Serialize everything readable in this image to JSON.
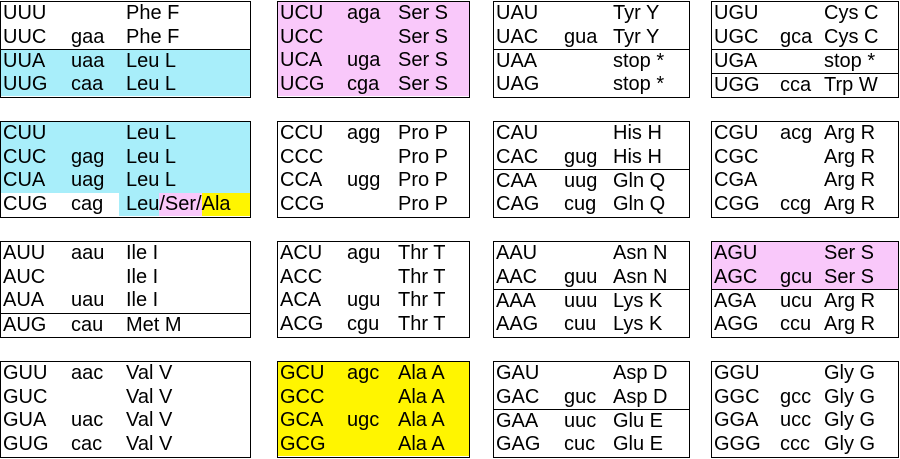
{
  "boxes": [
    {
      "lines": [
        {
          "codon": "UUU",
          "aa": "Phe F"
        },
        {
          "codon": "UUC",
          "anticodon": "gaa",
          "aa": "Phe F"
        },
        {
          "codon": "UUA",
          "anticodon": "uaa",
          "aa": "Leu L",
          "bg": "#a8eefa"
        },
        {
          "codon": "UUG",
          "anticodon": "caa",
          "aa": "Leu L",
          "bg": "#a8eefa"
        }
      ]
    },
    {
      "lines": [
        {
          "codon": "UCU",
          "anticodon": "aga",
          "aa": "Ser S",
          "bg": "#f9c8fa"
        },
        {
          "codon": "UCC",
          "aa": "Ser S",
          "bg": "#f9c8fa"
        },
        {
          "codon": "UCA",
          "anticodon": "uga",
          "aa": "Ser S",
          "bg": "#f9c8fa"
        },
        {
          "codon": "UCG",
          "anticodon": "cga",
          "aa": "Ser S",
          "bg": "#f9c8fa"
        }
      ]
    },
    {
      "lines": [
        {
          "codon": "UAU",
          "aa": "Tyr Y"
        },
        {
          "codon": "UAC",
          "anticodon": "gua",
          "aa": "Tyr Y"
        },
        {
          "codon": "UAA",
          "aa": "stop *"
        },
        {
          "codon": "UAG",
          "aa": "stop *"
        }
      ]
    },
    {
      "lines": [
        {
          "codon": "UGU",
          "aa": "Cys C"
        },
        {
          "codon": "UGC",
          "anticodon": "gca",
          "aa": "Cys C"
        },
        {
          "codon": "UGA",
          "aa": "stop *"
        },
        {
          "codon": "UGG",
          "anticodon": "cca",
          "aa": "Trp W"
        }
      ]
    },
    {
      "lines": [
        {
          "codon": "CUU",
          "aa": "Leu L",
          "bg": "#a8eefa"
        },
        {
          "codon": "CUC",
          "anticodon": "gag",
          "aa": "Leu L",
          "bg": "#a8eefa"
        },
        {
          "codon": "CUA",
          "anticodon": "uag",
          "aa": "Leu L",
          "bg": "#a8eefa"
        },
        {
          "codon": "CUG",
          "anticodon": "cag",
          "aa_parts": [
            {
              "text": "Leu",
              "bg": "#a8eefa"
            },
            {
              "text": "/Ser/",
              "bg": "#f9c8fa"
            },
            {
              "text": "Ala",
              "bg": "#fff500"
            }
          ]
        }
      ]
    },
    {
      "lines": [
        {
          "codon": "CCU",
          "anticodon": "agg",
          "aa": "Pro P"
        },
        {
          "codon": "CCC",
          "aa": "Pro P"
        },
        {
          "codon": "CCA",
          "anticodon": "ugg",
          "aa": "Pro P"
        },
        {
          "codon": "CCG",
          "aa": "Pro P"
        }
      ]
    },
    {
      "lines": [
        {
          "codon": "CAU",
          "aa": "His H"
        },
        {
          "codon": "CAC",
          "anticodon": "gug",
          "aa": "His H"
        },
        {
          "codon": "CAA",
          "anticodon": "uug",
          "aa": "Gln Q"
        },
        {
          "codon": "CAG",
          "anticodon": "cug",
          "aa": "Gln Q"
        }
      ]
    },
    {
      "lines": [
        {
          "codon": "CGU",
          "anticodon": "acg",
          "aa": "Arg R"
        },
        {
          "codon": "CGC",
          "aa": "Arg R"
        },
        {
          "codon": "CGA",
          "aa": "Arg R"
        },
        {
          "codon": "CGG",
          "anticodon": "ccg",
          "aa": "Arg R"
        }
      ]
    },
    {
      "lines": [
        {
          "codon": "AUU",
          "anticodon": "aau",
          "aa": "Ile I"
        },
        {
          "codon": "AUC",
          "aa": "Ile I"
        },
        {
          "codon": "AUA",
          "anticodon": "uau",
          "aa": "Ile I"
        },
        {
          "codon": "AUG",
          "anticodon": "cau",
          "aa": "Met M"
        }
      ]
    },
    {
      "lines": [
        {
          "codon": "ACU",
          "anticodon": "agu",
          "aa": "Thr T"
        },
        {
          "codon": "ACC",
          "aa": "Thr T"
        },
        {
          "codon": "ACA",
          "anticodon": "ugu",
          "aa": "Thr T"
        },
        {
          "codon": "ACG",
          "anticodon": "cgu",
          "aa": "Thr T"
        }
      ]
    },
    {
      "lines": [
        {
          "codon": "AAU",
          "aa": "Asn N"
        },
        {
          "codon": "AAC",
          "anticodon": "guu",
          "aa": "Asn N"
        },
        {
          "codon": "AAA",
          "anticodon": "uuu",
          "aa": "Lys K"
        },
        {
          "codon": "AAG",
          "anticodon": "cuu",
          "aa": "Lys K"
        }
      ]
    },
    {
      "lines": [
        {
          "codon": "AGU",
          "aa": "Ser S",
          "bg": "#f9c8fa"
        },
        {
          "codon": "AGC",
          "anticodon": "gcu",
          "aa": "Ser S",
          "bg": "#f9c8fa"
        },
        {
          "codon": "AGA",
          "anticodon": "ucu",
          "aa": "Arg R"
        },
        {
          "codon": "AGG",
          "anticodon": "ccu",
          "aa": "Arg R"
        }
      ]
    },
    {
      "lines": [
        {
          "codon": "GUU",
          "anticodon": "aac",
          "aa": "Val V"
        },
        {
          "codon": "GUC",
          "aa": "Val V"
        },
        {
          "codon": "GUA",
          "anticodon": "uac",
          "aa": "Val V"
        },
        {
          "codon": "GUG",
          "anticodon": "cac",
          "aa": "Val V"
        }
      ]
    },
    {
      "lines": [
        {
          "codon": "GCU",
          "anticodon": "agc",
          "aa": "Ala A",
          "bg": "#fff500"
        },
        {
          "codon": "GCC",
          "aa": "Ala A",
          "bg": "#fff500"
        },
        {
          "codon": "GCA",
          "anticodon": "ugc",
          "aa": "Ala A",
          "bg": "#fff500"
        },
        {
          "codon": "GCG",
          "aa": "Ala A",
          "bg": "#fff500"
        }
      ]
    },
    {
      "lines": [
        {
          "codon": "GAU",
          "aa": "Asp D"
        },
        {
          "codon": "GAC",
          "anticodon": "guc",
          "aa": "Asp D"
        },
        {
          "codon": "GAA",
          "anticodon": "uuc",
          "aa": "Glu E"
        },
        {
          "codon": "GAG",
          "anticodon": "cuc",
          "aa": "Glu E"
        }
      ]
    },
    {
      "lines": [
        {
          "codon": "GGU",
          "aa": "Gly G"
        },
        {
          "codon": "GGC",
          "anticodon": "gcc",
          "aa": "Gly G"
        },
        {
          "codon": "GGA",
          "anticodon": "ucc",
          "aa": "Gly G"
        },
        {
          "codon": "GGG",
          "anticodon": "ccc",
          "aa": "Gly G"
        }
      ]
    }
  ]
}
